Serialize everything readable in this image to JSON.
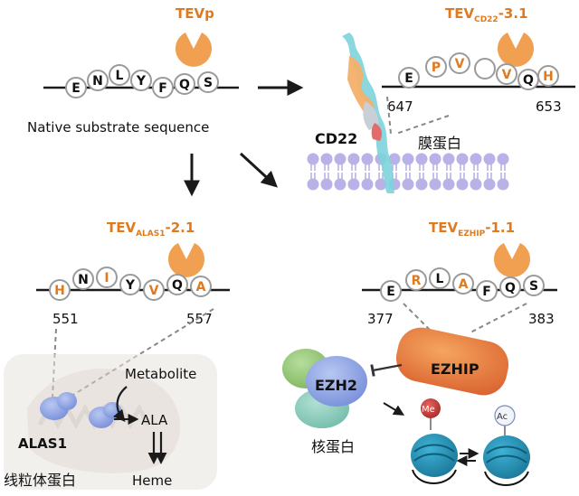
{
  "colors": {
    "orange": "#E07A1F",
    "scissor": "#F0A050",
    "bead_stroke": "#9a9a9a",
    "arrow": "#1a1a1a",
    "membrane": "#B9B2E6",
    "nucleosome": "#1E8FB4",
    "ezhip": "#E9774E",
    "ezh2": "#8FA8E6",
    "ezh2_green": "#9CC97F",
    "ezh2_teal": "#8FCDBE",
    "me_mark": "#B8322E",
    "ac_mark": "#F2F4FA",
    "alas1": "#9FB3E8"
  },
  "icons": [
    "tev-scissor-icon",
    "membrane-icon",
    "protein-icon",
    "nucleosome-icon",
    "mitochondrion-icon"
  ],
  "native": {
    "enzyme_label": "TEVp",
    "beads": [
      "E",
      "N",
      "L",
      "Y",
      "F",
      "Q",
      "S"
    ],
    "caption": "Native substrate sequence"
  },
  "cd22": {
    "variant_main": "TEV",
    "variant_sub": "CD22",
    "variant_suffix": "-3.1",
    "beads": [
      "E",
      "P",
      "V",
      "",
      "V",
      "Q",
      "H"
    ],
    "orange_beads": [
      1,
      2,
      3,
      4,
      6
    ],
    "start_residue": "647",
    "end_residue": "653",
    "protein_label": "CD22",
    "location_label": "膜蛋白"
  },
  "alas1": {
    "variant_main": "TEV",
    "variant_sub": "ALAS1",
    "variant_suffix": "-2.1",
    "beads": [
      "H",
      "N",
      "I",
      "Y",
      "V",
      "Q",
      "A"
    ],
    "orange_beads": [
      0,
      2,
      4,
      6
    ],
    "start_residue": "551",
    "end_residue": "557",
    "protein_label": "ALAS1",
    "metabolite_label": "Metabolite",
    "ala_label": "ALA",
    "heme_label": "Heme",
    "location_label": "线粒体蛋白"
  },
  "ezhip": {
    "variant_main": "TEV",
    "variant_sub": "EZHIP",
    "variant_suffix": "-1.1",
    "beads": [
      "E",
      "R",
      "L",
      "A",
      "F",
      "Q",
      "S"
    ],
    "orange_beads": [
      1,
      3
    ],
    "start_residue": "377",
    "end_residue": "383",
    "protein_label": "EZHIP",
    "ezh2_label": "EZH2",
    "me_label": "Me",
    "ac_label": "Ac",
    "location_label": "核蛋白"
  }
}
